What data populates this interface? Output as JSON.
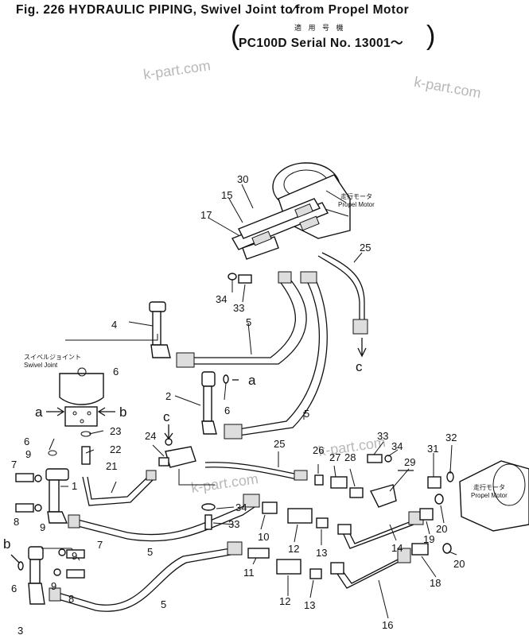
{
  "header": {
    "title": "Fig. 226  HYDRAULIC PIPING, Swivel Joint to∕from Propel Motor",
    "kanji": "適 用 号 機",
    "serial": "PC100D Serial No. 13001～"
  },
  "watermark": "k-part.com",
  "components": {
    "swivel_joint_jp": "スイベルジョイント",
    "swivel_joint": "Swivel Joint",
    "propel_motor_jp": "走行モータ",
    "propel_motor": "Propel Motor"
  },
  "references": {
    "a": "a",
    "b": "b",
    "c": "c"
  },
  "part_numbers": [
    "1",
    "2",
    "3",
    "4",
    "5",
    "6",
    "7",
    "8",
    "9",
    "10",
    "11",
    "12",
    "13",
    "14",
    "15",
    "16",
    "17",
    "18",
    "19",
    "20",
    "21",
    "22",
    "23",
    "24",
    "25",
    "26",
    "27",
    "28",
    "29",
    "30",
    "31",
    "32",
    "33",
    "34"
  ]
}
